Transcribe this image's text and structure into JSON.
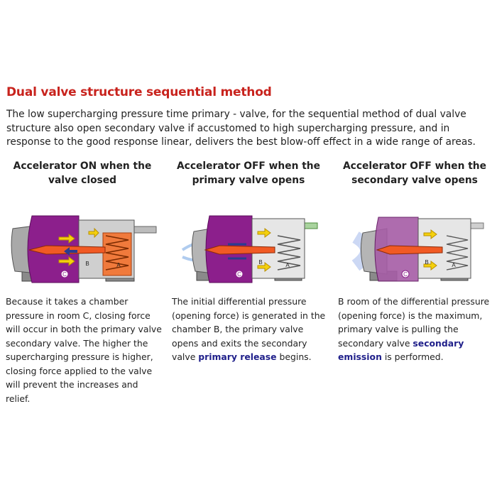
{
  "title": "Dual valve structure sequential method",
  "intro": "The low supercharging pressure time primary - valve, for the sequential method of dual valve structure also open secondary valve if accustomed to high supercharging pressure, and in response to the good response linear, delivers the best blow-off effect in a wide range of areas.",
  "panels": [
    {
      "heading_line1": "Accelerator ON when the",
      "heading_line2": "valve closed",
      "labels": {
        "c": "C",
        "b": "B",
        "a": "A"
      },
      "desc_before": "Because it takes a chamber pressure in room C, closing force will occur in both the primary valve secondary valve. The higher the supercharging pressure is higher, closing force applied to the valve will prevent the increases and relief.",
      "desc_highlight": "",
      "desc_after": ""
    },
    {
      "heading_line1": "Accelerator OFF when the",
      "heading_line2": "primary valve opens",
      "labels": {
        "c": "C",
        "b": "B",
        "a": "A"
      },
      "desc_before": "The initial differential pressure (opening force) is generated in the chamber B, the primary valve opens and exits the secondary valve ",
      "desc_highlight": "primary release",
      "desc_after": " begins."
    },
    {
      "heading_line1": "Accelerator OFF when the",
      "heading_line2": "secondary valve opens",
      "labels": {
        "c": "C",
        "b": "B",
        "a": "A"
      },
      "desc_before": "B room of the differential pressure (opening force) is the maximum, primary valve is pulling the secondary valve ",
      "desc_highlight": "secondary emission",
      "desc_after": " is performed."
    }
  ]
}
